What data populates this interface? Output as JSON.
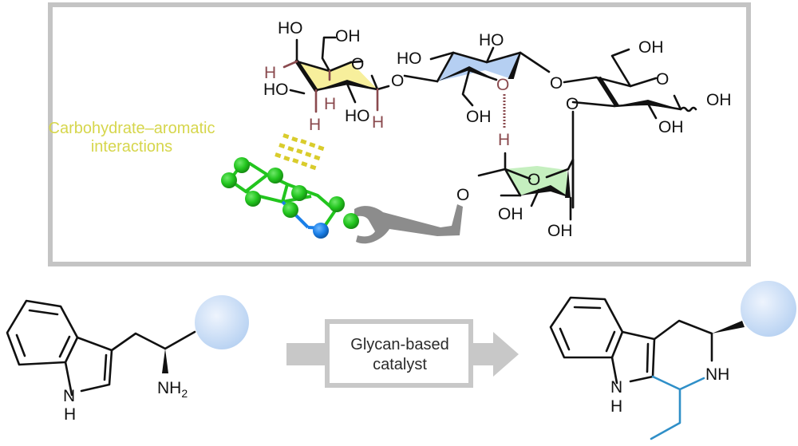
{
  "figure": {
    "type": "chemical-reaction-scheme",
    "colors": {
      "frame": "#c4c4c4",
      "ring_glucose_1": "#f7ef9c",
      "ring_glucose_2": "#b5cff2",
      "ring_rhamnose": "#c5efbf",
      "carbon_atom": "#22c51e",
      "nitrogen_atom": "#1a7fe8",
      "wrench": "#8c8c8c",
      "interaction_text": "#d6d64c",
      "interaction_dots": "#d9cc2c",
      "h_bond": "#8a4a4e",
      "new_bonds": "#2f8fc8",
      "substituent_sphere": "#bcd5f3",
      "arrow": "#c8c8c8"
    }
  },
  "glycan_panel": {
    "interaction_label_line1": "Carbohydrate–aromatic",
    "interaction_label_line2": "interactions",
    "sugar1": {
      "labels": [
        "HO",
        "OH",
        "O",
        "H",
        "HO",
        "H",
        "H",
        "HO",
        "H"
      ]
    },
    "linker_o1": "O",
    "sugar2": {
      "labels": [
        "HO",
        "HO",
        "O",
        "OH"
      ],
      "h_bond_acceptor": "O",
      "h_bond_donor": "H"
    },
    "linker_o2": "O",
    "sugar3": {
      "labels": [
        "OH",
        "O",
        "OH",
        "OH",
        "O"
      ]
    },
    "sugar4": {
      "labels": [
        "O",
        "O",
        "OH",
        "OH"
      ]
    }
  },
  "reaction": {
    "reactant": {
      "nh_label": "N",
      "h_label": "H",
      "amine_label": "NH",
      "amine_subscript": "2"
    },
    "catalyst_box": {
      "line1": "Glycan-based",
      "line2": "catalyst"
    },
    "product": {
      "nh_label": "N",
      "h_label": "H",
      "ring_nh_label": "NH"
    }
  }
}
